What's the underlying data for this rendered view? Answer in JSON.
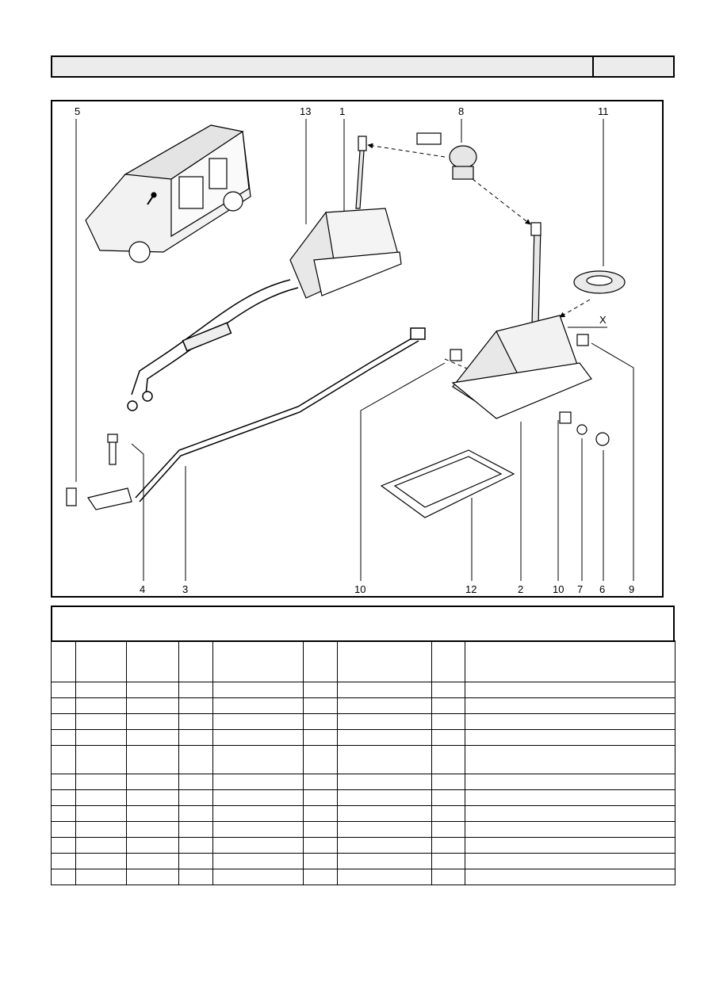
{
  "header": {
    "title": "",
    "code": ""
  },
  "figure": {
    "callouts_top": [
      "5",
      "13",
      "1",
      "8",
      "11"
    ],
    "callouts_bottom": [
      "4",
      "3",
      "10",
      "12",
      "2",
      "10",
      "7",
      "6",
      "9"
    ],
    "dimension_label": "X"
  },
  "table": {
    "caption": "",
    "columns": [
      "",
      "",
      "",
      "",
      "",
      "",
      "",
      "",
      ""
    ],
    "rows": [
      [
        "",
        "",
        "",
        "",
        "",
        "",
        "",
        "",
        ""
      ],
      [
        "",
        "",
        "",
        "",
        "",
        "",
        "",
        "",
        ""
      ],
      [
        "",
        "",
        "",
        "",
        "",
        "",
        "",
        "",
        ""
      ],
      [
        "",
        "",
        "",
        "",
        "",
        "",
        "",
        "",
        ""
      ],
      [
        "",
        "",
        "",
        "",
        "",
        "",
        "",
        "",
        ""
      ],
      [
        "",
        "",
        "",
        "",
        "",
        "",
        "",
        "",
        ""
      ],
      [
        "",
        "",
        "",
        "",
        "",
        "",
        "",
        "",
        ""
      ],
      [
        "",
        "",
        "",
        "",
        "",
        "",
        "",
        "",
        ""
      ],
      [
        "",
        "",
        "",
        "",
        "",
        "",
        "",
        "",
        ""
      ],
      [
        "",
        "",
        "",
        "",
        "",
        "",
        "",
        "",
        ""
      ],
      [
        "",
        "",
        "",
        "",
        "",
        "",
        "",
        "",
        ""
      ],
      [
        "",
        "",
        "",
        "",
        "",
        "",
        "",
        "",
        ""
      ],
      [
        "",
        "",
        "",
        "",
        "",
        "",
        "",
        "",
        ""
      ]
    ]
  }
}
